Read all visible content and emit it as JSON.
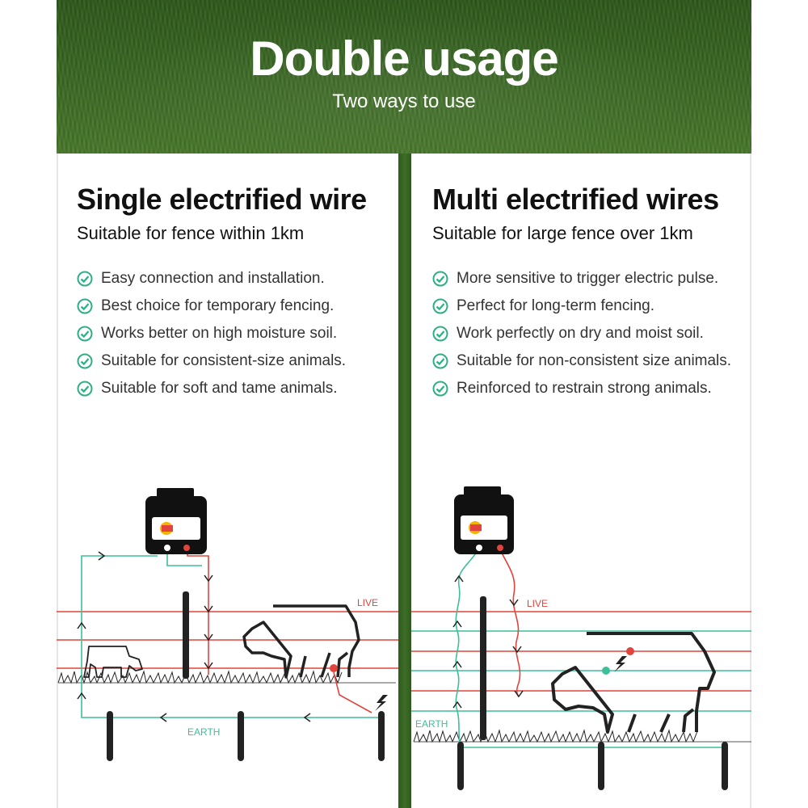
{
  "header": {
    "title": "Double usage",
    "subtitle": "Two ways to use"
  },
  "left": {
    "title": "Single electrified wire",
    "subtitle": "Suitable for fence within 1km",
    "items": [
      "Easy connection and installation.",
      "Best choice for temporary fencing.",
      "Works better on high moisture soil.",
      "Suitable for consistent-size animals.",
      "Suitable for soft and tame animals."
    ],
    "live_label": "LIVE",
    "earth_label": "EARTH"
  },
  "right": {
    "title": "Multi electrified wires",
    "subtitle": "Suitable for large fence over 1km",
    "items": [
      "More sensitive to trigger electric pulse.",
      "Perfect for long-term fencing.",
      "Work perfectly on dry and moist soil.",
      "Suitable for non-consistent size animals.",
      "Reinforced to restrain strong animals."
    ],
    "live_label": "LIVE",
    "earth_label": "EARTH"
  },
  "colors": {
    "grass": "#3b6a24",
    "live_wire": "#e0443c",
    "earth_wire": "#3cbf9a",
    "check": "#2fae86",
    "energizer": "#111111"
  },
  "icons": {
    "check": "check-circle-icon",
    "energizer": "energizer-icon",
    "cow": "cow-icon",
    "calf": "calf-icon",
    "spark": "lightning-icon",
    "post": "fence-post-icon",
    "ground_rod": "ground-rod-icon"
  }
}
